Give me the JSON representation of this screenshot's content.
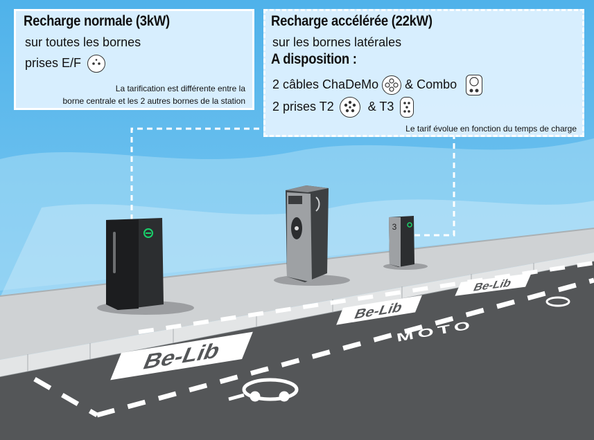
{
  "normal": {
    "title": "Recharge normale (3kW)",
    "line1": "sur toutes les bornes",
    "line2": "prises E/F",
    "note1": "La tarification est différente entre la",
    "note2": "borne centrale et les 2 autres bornes de la station"
  },
  "fast": {
    "title": "Recharge accélérée (22kW)",
    "line1": "sur les bornes latérales",
    "heading": "A disposition :",
    "cables": "2 câbles ChaDeMo",
    "combo": "& Combo",
    "prises": "2 prises T2",
    "t3": "& T3",
    "note": "Le tarif évolue en fonction du temps de charge"
  },
  "road": {
    "brand_text": "Be-Lib",
    "moto_text": "MOTO"
  },
  "icons": [
    "ef-plug-icon",
    "chademo-plug-icon",
    "combo-plug-icon",
    "t2-plug-icon",
    "t3-plug-icon",
    "ev-car-icon"
  ],
  "colors": {
    "sky": "#6cc0ec",
    "road": "#555759",
    "accent_green": "#19d36b"
  }
}
